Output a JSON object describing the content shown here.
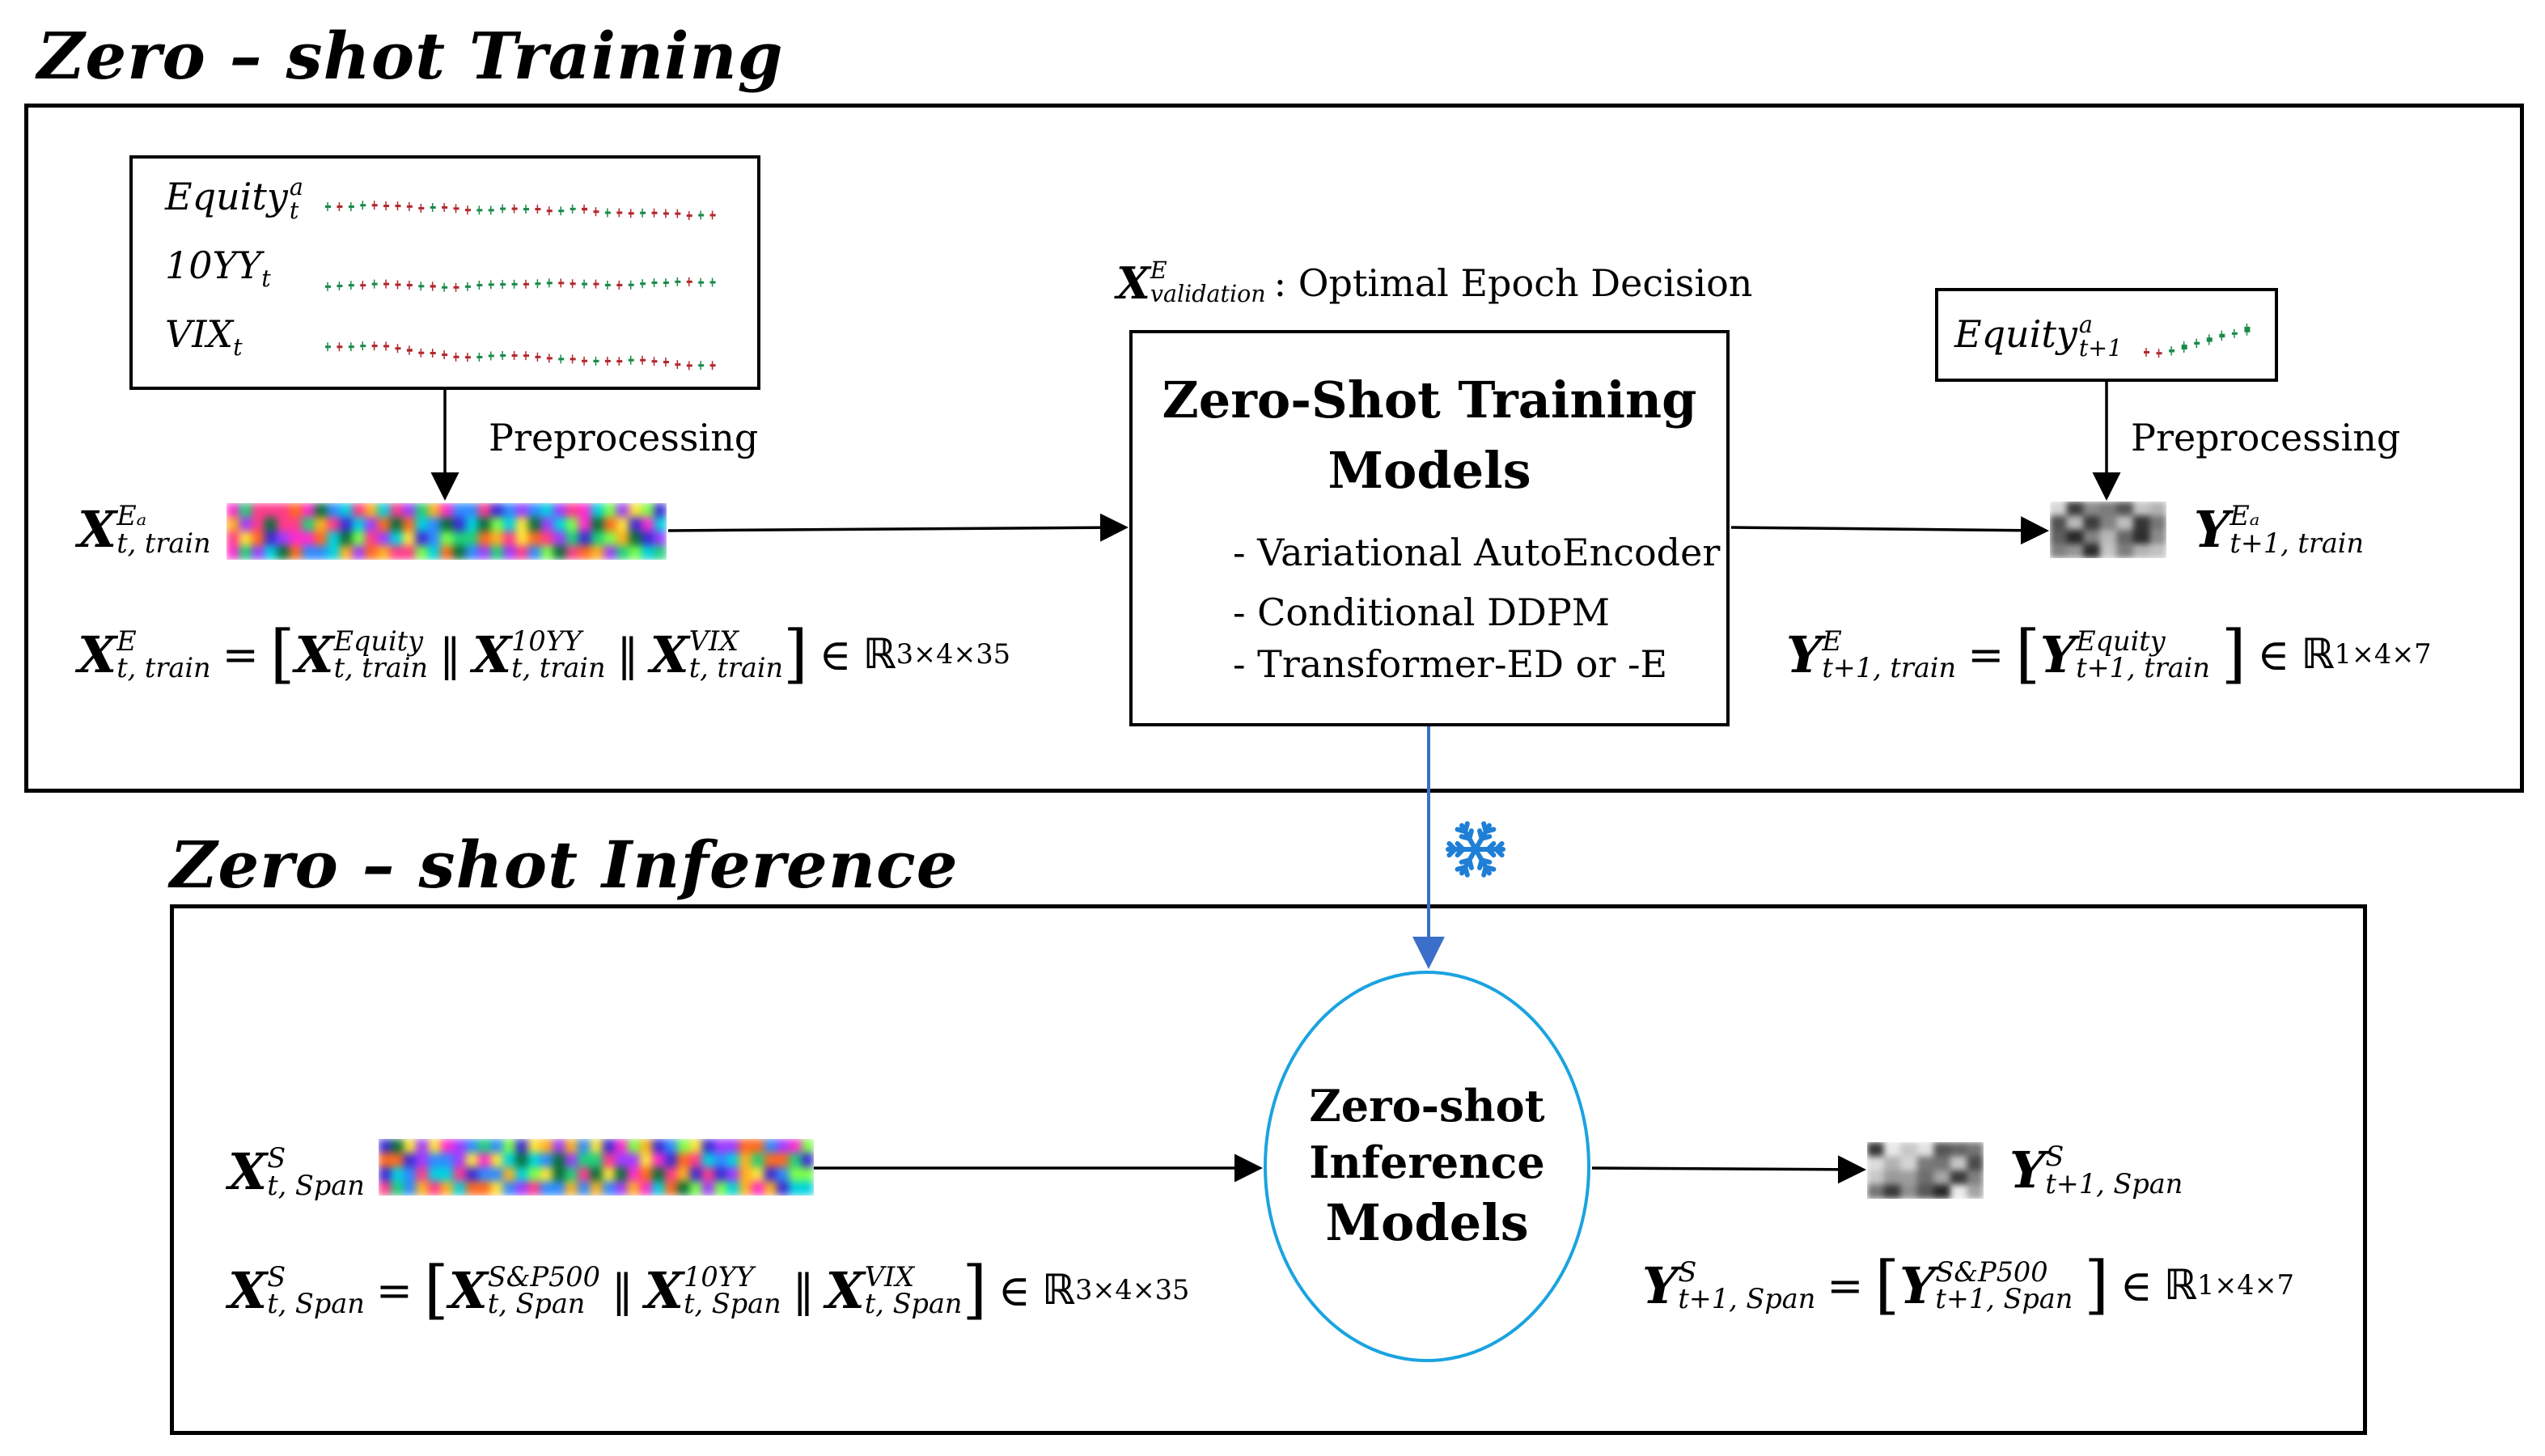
{
  "training": {
    "title": "Zero – shot Training",
    "inputs": [
      {
        "base": "Equity",
        "sup": "a",
        "sub": "t"
      },
      {
        "base": "10YY",
        "sup": "",
        "sub": "t"
      },
      {
        "base": "VIX",
        "sup": "",
        "sub": "t"
      }
    ],
    "preprocessing_left": "Preprocessing",
    "preprocessing_right": "Preprocessing",
    "x_train": {
      "base": "X",
      "sup": "Eₐ",
      "sub": "t, train"
    },
    "x_formula": {
      "lhs": {
        "base": "X",
        "sup": "E",
        "sub": "t, train"
      },
      "eq": "=",
      "terms": [
        {
          "base": "X",
          "sup": "Equity",
          "sub": "t, train"
        },
        {
          "base": "X",
          "sup": "10YY",
          "sub": "t, train"
        },
        {
          "base": "X",
          "sup": "VIX",
          "sub": "t, train"
        }
      ],
      "sep": "‖",
      "in": "∈",
      "space": "ℝ",
      "dims": "3×4×35"
    },
    "validation": {
      "base": "X",
      "sup": "E",
      "sub": "validation",
      "text": ": Optimal Epoch Decision"
    },
    "model_box": {
      "title_line1": "Zero-Shot Training",
      "title_line2": "Models",
      "items": [
        "- Variational AutoEncoder",
        "- Conditional DDPM",
        "- Transformer-ED or -E"
      ]
    },
    "target_input": {
      "base": "Equity",
      "sup": "a",
      "sub": "t+1"
    },
    "y_train": {
      "base": "Y",
      "sup": "Eₐ",
      "sub": "t+1, train"
    },
    "y_formula": {
      "lhs": {
        "base": "Y",
        "sup": "E",
        "sub": "t+1, train"
      },
      "eq": "=",
      "term": {
        "base": "Y",
        "sup": "Equity",
        "sub": "t+1, train"
      },
      "in": "∈",
      "space": "ℝ",
      "dims": "1×4×7"
    }
  },
  "freeze_icon": "snowflake-icon",
  "inference": {
    "title": "Zero – shot Inference",
    "x_span": {
      "base": "X",
      "sup": "S",
      "sub": "t, Span"
    },
    "x_formula": {
      "lhs": {
        "base": "X",
        "sup": "S",
        "sub": "t, Span"
      },
      "eq": "=",
      "terms": [
        {
          "base": "X",
          "sup": "S&P500",
          "sub": "t, Span"
        },
        {
          "base": "X",
          "sup": "10YY",
          "sub": "t, Span"
        },
        {
          "base": "X",
          "sup": "VIX",
          "sub": "t, Span"
        }
      ],
      "sep": "‖",
      "in": "∈",
      "space": "ℝ",
      "dims": "3×4×35"
    },
    "model_circle": {
      "line1": "Zero-shot",
      "line2": "Inference",
      "line3": "Models"
    },
    "y_span": {
      "base": "Y",
      "sup": "S",
      "sub": "t+1, Span"
    },
    "y_formula": {
      "lhs": {
        "base": "Y",
        "sup": "S",
        "sub": "t+1, Span"
      },
      "eq": "=",
      "term": {
        "base": "Y",
        "sup": "S&P500",
        "sub": "t+1, Span"
      },
      "in": "∈",
      "space": "ℝ",
      "dims": "1×4×7"
    }
  },
  "colors": {
    "frozen_arrow": "#3b6fc9",
    "circle": "#1aa3e0",
    "snowflake": "#1f7fd6"
  }
}
